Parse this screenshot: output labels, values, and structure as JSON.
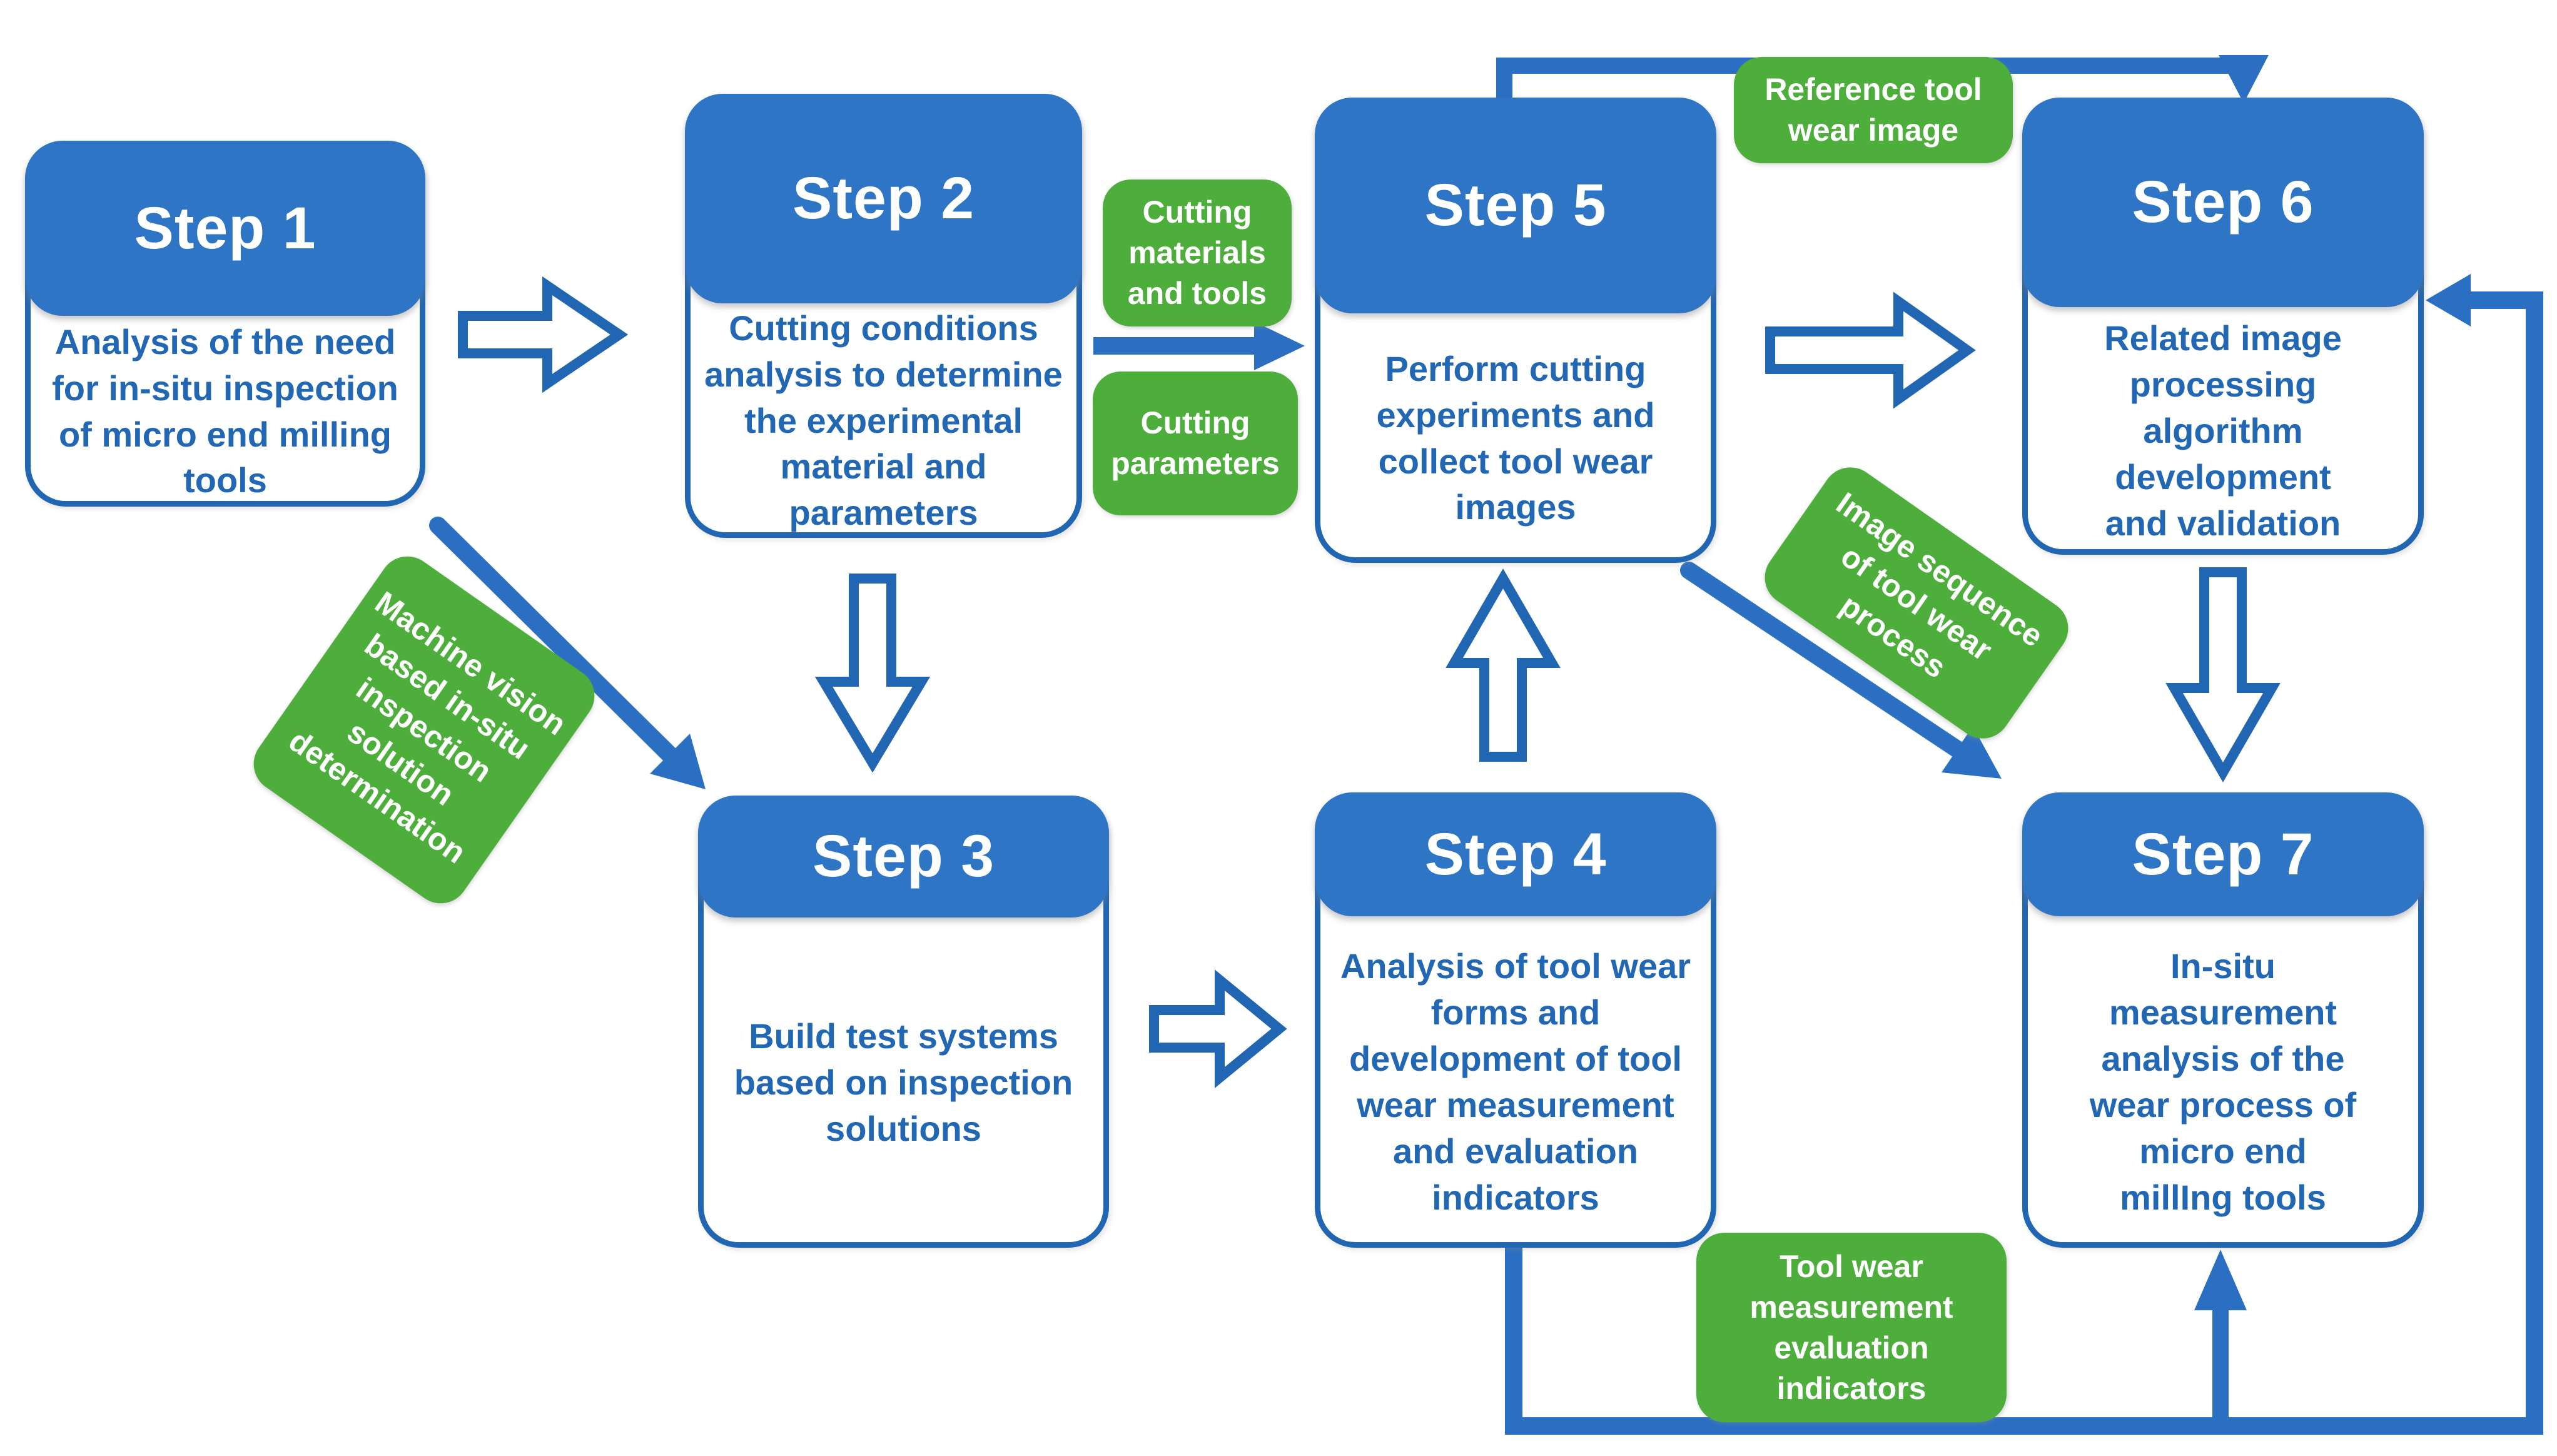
{
  "figure": {
    "colors": {
      "header_blue": "#2e75c5",
      "border_blue": "#2166b2",
      "text_blue": "#2267b4",
      "connector_blue": "#2b6fc3",
      "green": "#4eae3c",
      "label_text": "#ffffff"
    },
    "steps": [
      {
        "id": "step-1",
        "title": "Step 1",
        "body": "Analysis of the need\nfor in-situ inspection\nof micro end milling\ntools"
      },
      {
        "id": "step-2",
        "title": "Step 2",
        "body": "Cutting conditions\nanalysis to determine\nthe experimental\nmaterial and\nparameters"
      },
      {
        "id": "step-3",
        "title": "Step 3",
        "body": "Build test systems\nbased on inspection\nsolutions"
      },
      {
        "id": "step-4",
        "title": "Step 4",
        "body": "Analysis of tool wear\nforms and\ndevelopment of tool\nwear measurement\nand evaluation\nindicators"
      },
      {
        "id": "step-5",
        "title": "Step 5",
        "body": "Perform cutting\nexperiments and\ncollect tool wear\nimages"
      },
      {
        "id": "step-6",
        "title": "Step 6",
        "body": "Related image\nprocessing\nalgorithm\ndevelopment\nand validation"
      },
      {
        "id": "step-7",
        "title": "Step 7",
        "body": "In-situ\nmeasurement\nanalysis of the\nwear process of\nmicro end\nmillIng tools"
      }
    ],
    "labels": [
      {
        "id": "cutting-materials-and-tools",
        "text": "Cutting\nmaterials\nand tools"
      },
      {
        "id": "cutting-parameters",
        "text": "Cutting\nparameters"
      },
      {
        "id": "reference-tool-wear-image",
        "text": "Reference tool\nwear image"
      },
      {
        "id": "machine-vision-solution",
        "text": "Machine vision\nbased in-situ\ninspection\nsolution\ndetermination"
      },
      {
        "id": "image-sequence",
        "text": "Image sequence\nof tool wear\nprocess"
      },
      {
        "id": "tool-wear-indicators",
        "text": "Tool wear\nmeasurement\nevaluation\nindicators"
      }
    ]
  }
}
